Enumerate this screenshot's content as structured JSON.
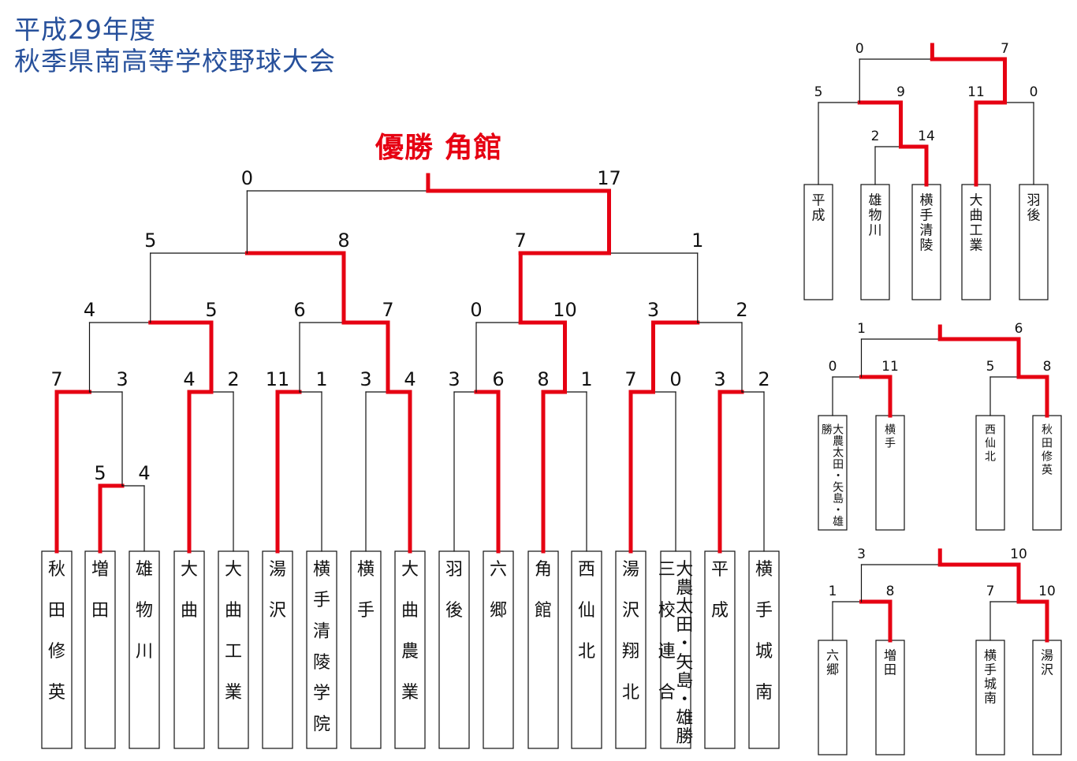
{
  "header": {
    "title_line1": "平成29年度",
    "title_line2": "秋季県南高等学校野球大会",
    "winner_text": "優勝 角館"
  },
  "colors": {
    "title": "#27509b",
    "winner": "#e60012",
    "line": "#111111"
  },
  "main_bracket": {
    "teams": [
      "秋田修英",
      "増田",
      "雄物川",
      "大曲",
      "大曲工業",
      "湯沢",
      "横手清陵学院",
      "横手",
      "大曲農業",
      "羽後",
      "六郷",
      "角館",
      "西仙北",
      "湯沢翔北",
      "大農太田・矢島・雄勝 三校連合",
      "平成",
      "横手城南"
    ],
    "matches": [
      {
        "id": "m01",
        "a": "t1",
        "b": "t2",
        "sa": "5",
        "sb": "4",
        "w": "a"
      },
      {
        "id": "r1a",
        "a": "t0",
        "b": "m01",
        "sa": "7",
        "sb": "3",
        "w": "a"
      },
      {
        "id": "r1b",
        "a": "t3",
        "b": "t4",
        "sa": "4",
        "sb": "2",
        "w": "a"
      },
      {
        "id": "r1c",
        "a": "t5",
        "b": "t6",
        "sa": "11",
        "sb": "1",
        "w": "a"
      },
      {
        "id": "r1d",
        "a": "t7",
        "b": "t8",
        "sa": "3",
        "sb": "4",
        "w": "b"
      },
      {
        "id": "r1e",
        "a": "t9",
        "b": "t10",
        "sa": "3",
        "sb": "6",
        "w": "b"
      },
      {
        "id": "r1f",
        "a": "t11",
        "b": "t12",
        "sa": "8",
        "sb": "1",
        "w": "a"
      },
      {
        "id": "r1g",
        "a": "t13",
        "b": "t14",
        "sa": "7",
        "sb": "0",
        "w": "a"
      },
      {
        "id": "r1h",
        "a": "t15",
        "b": "t16",
        "sa": "3",
        "sb": "2",
        "w": "a"
      },
      {
        "id": "qfa",
        "a": "r1a",
        "b": "r1b",
        "sa": "4",
        "sb": "5",
        "w": "b"
      },
      {
        "id": "qfb",
        "a": "r1c",
        "b": "r1d",
        "sa": "6",
        "sb": "7",
        "w": "b"
      },
      {
        "id": "qfc",
        "a": "r1e",
        "b": "r1f",
        "sa": "0",
        "sb": "10",
        "w": "b"
      },
      {
        "id": "qfd",
        "a": "r1g",
        "b": "r1h",
        "sa": "3",
        "sb": "2",
        "w": "a"
      },
      {
        "id": "sfa",
        "a": "qfa",
        "b": "qfb",
        "sa": "5",
        "sb": "8",
        "w": "b"
      },
      {
        "id": "sfb",
        "a": "qfc",
        "b": "qfd",
        "sa": "7",
        "sb": "1",
        "w": "a"
      },
      {
        "id": "fin",
        "a": "sfa",
        "b": "sfb",
        "sa": "0",
        "sb": "17",
        "w": "b"
      }
    ]
  },
  "side_bracket_1": {
    "teams": [
      "平成",
      "雄物川",
      "横手清陵",
      "大曲工業",
      "羽後"
    ],
    "matches": [
      {
        "id": "x1",
        "a": "t1",
        "b": "t2",
        "sa": "2",
        "sb": "14",
        "w": "b"
      },
      {
        "id": "x2",
        "a": "t0",
        "b": "x1",
        "sa": "5",
        "sb": "9",
        "w": "b"
      },
      {
        "id": "x3",
        "a": "t3",
        "b": "t4",
        "sa": "11",
        "sb": "0",
        "w": "a"
      },
      {
        "id": "x4",
        "a": "x2",
        "b": "x3",
        "sa": "0",
        "sb": "7",
        "w": "b"
      }
    ]
  },
  "side_bracket_2": {
    "teams": [
      "大農太田・矢島・雄勝",
      "横手",
      "西仙北",
      "秋田修英"
    ],
    "matches": [
      {
        "id": "y1",
        "a": "t0",
        "b": "t1",
        "sa": "0",
        "sb": "11",
        "w": "b"
      },
      {
        "id": "y2",
        "a": "t2",
        "b": "t3",
        "sa": "5",
        "sb": "8",
        "w": "b"
      },
      {
        "id": "y3",
        "a": "y1",
        "b": "y2",
        "sa": "1",
        "sb": "6",
        "w": "b"
      }
    ]
  },
  "side_bracket_3": {
    "teams": [
      "六郷",
      "増田",
      "横手城南",
      "湯沢"
    ],
    "matches": [
      {
        "id": "z1",
        "a": "t0",
        "b": "t1",
        "sa": "1",
        "sb": "8",
        "w": "b"
      },
      {
        "id": "z2",
        "a": "t2",
        "b": "t3",
        "sa": "7",
        "sb": "10",
        "w": "b"
      },
      {
        "id": "z3",
        "a": "z1",
        "b": "z2",
        "sa": "3",
        "sb": "10",
        "w": "b"
      }
    ]
  }
}
